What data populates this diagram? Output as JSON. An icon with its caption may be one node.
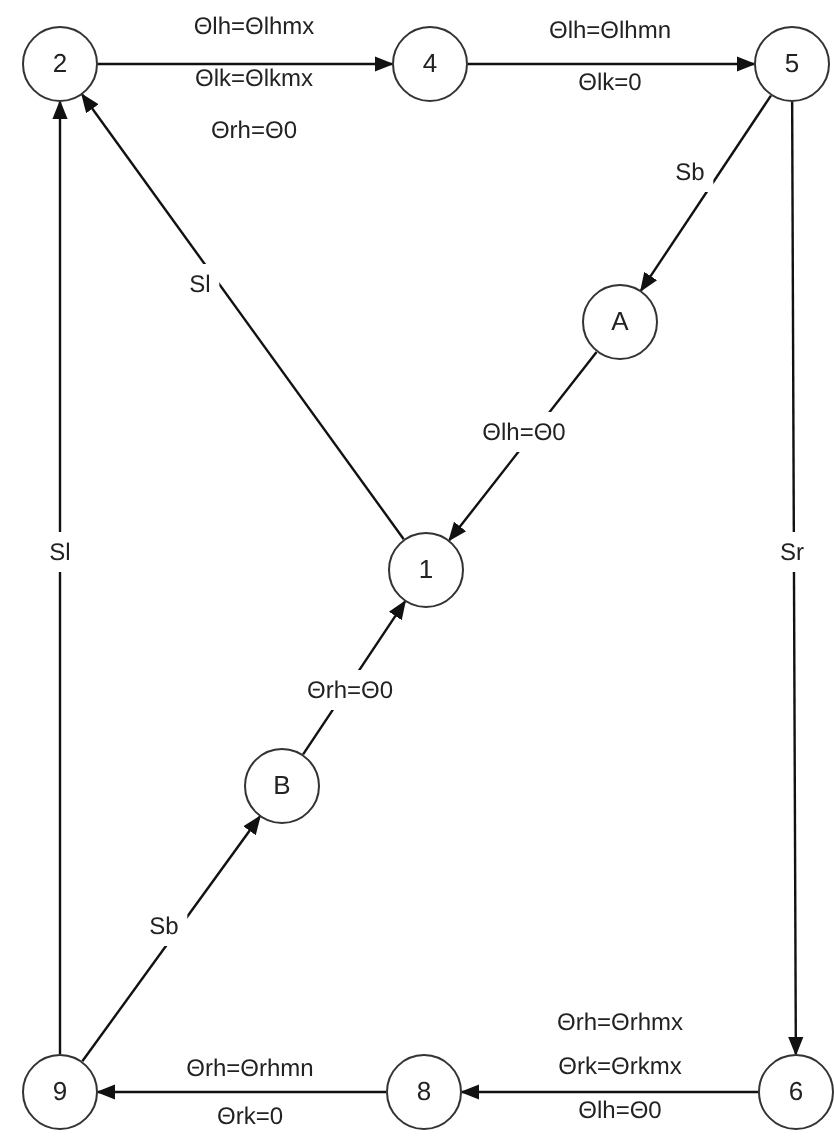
{
  "diagram": {
    "nodes": [
      {
        "text": [
          "2"
        ]
      },
      {
        "text": [
          "4"
        ]
      },
      {
        "text": [
          "5"
        ]
      },
      {
        "text": [
          "A"
        ]
      },
      {
        "text": [
          "1"
        ]
      },
      {
        "text": [
          "B"
        ]
      },
      {
        "text": [
          "9"
        ]
      },
      {
        "text": [
          "8"
        ]
      },
      {
        "text": [
          "6"
        ]
      }
    ],
    "edges": [
      {
        "from": 0,
        "to": 1,
        "arrow": "to",
        "label": "Θlh=Θlhmx Θlk=Θlkmx Θrh=Θ0"
      },
      {
        "from": 1,
        "to": 2,
        "arrow": "to",
        "label": "Θlh=Θlhmn Θlk=0"
      },
      {
        "from": 2,
        "to": 3,
        "arrow": "to",
        "label": "Sb"
      },
      {
        "from": 3,
        "to": 4,
        "arrow": "to",
        "label": "Θlh=Θ0"
      },
      {
        "from": 4,
        "to": 0,
        "arrow": "to",
        "label": "Sl"
      },
      {
        "from": 2,
        "to": 8,
        "arrow": "to",
        "label": "Sr"
      },
      {
        "from": 8,
        "to": 7,
        "arrow": "to",
        "label": "Θrh=Θrhmx Θrk=Θrkmx Θlh=Θ0"
      },
      {
        "from": 7,
        "to": 6,
        "arrow": "to",
        "label": "Θrh=Θrhmn Θrk=0"
      },
      {
        "from": 6,
        "to": 5,
        "arrow": "to",
        "label": "Sb"
      },
      {
        "from": 5,
        "to": 4,
        "arrow": "to",
        "label": "Θrh=Θ0"
      },
      {
        "from": 6,
        "to": 0,
        "arrow": "to",
        "label": "Sl"
      }
    ]
  }
}
